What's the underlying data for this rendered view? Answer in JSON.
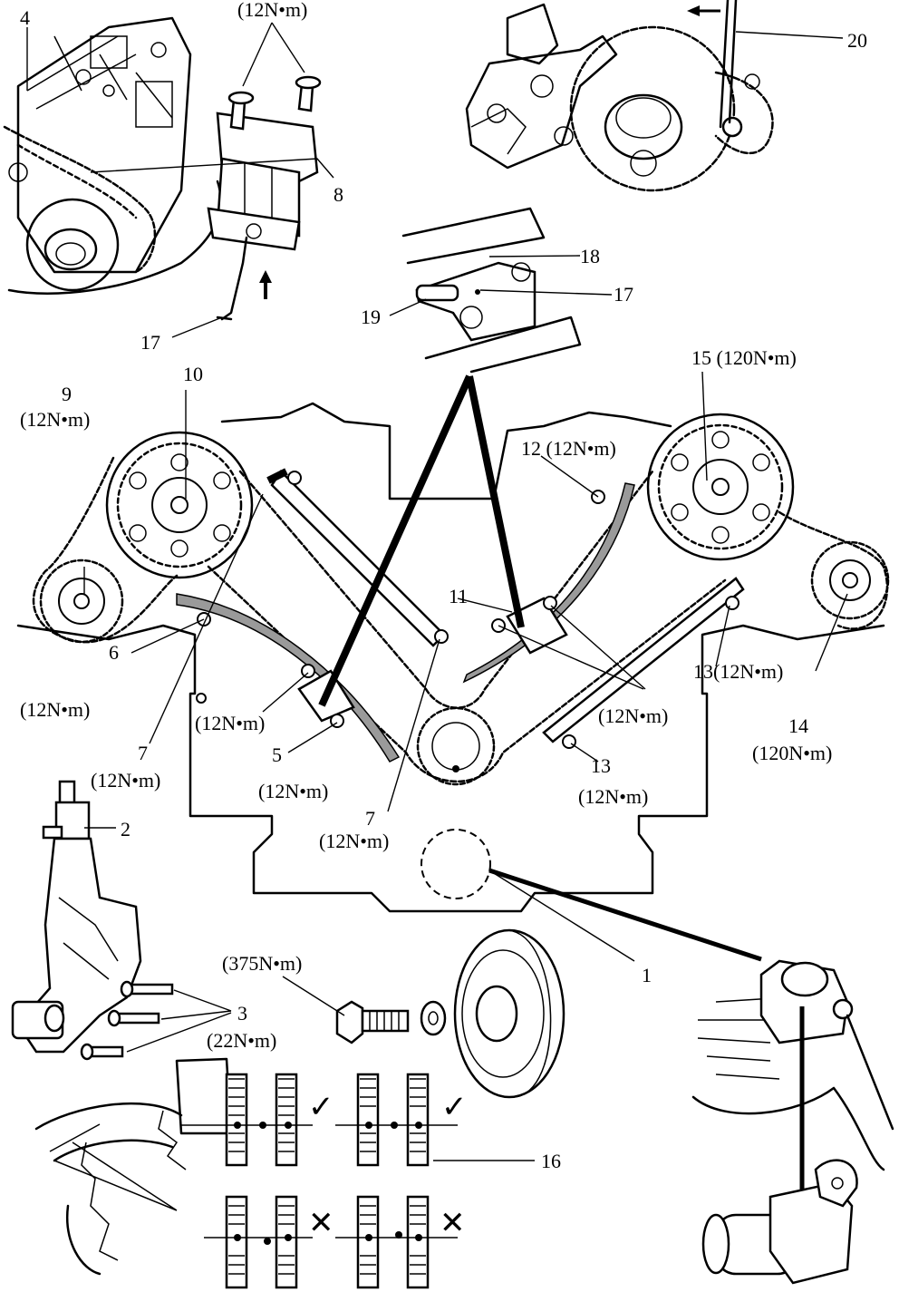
{
  "labels": {
    "n1": "1",
    "n2": "2",
    "n3": "3",
    "n3_torque": "(22N•m)",
    "n4": "4",
    "n5": "5",
    "n5_torque": "(12N•m)",
    "n5_torque_upper": "(12N•m)",
    "n6": "6",
    "n6_torque": "(12N•m)",
    "n7_left": "7",
    "n7_left_torque": "(12N•m)",
    "n7_mid": "7",
    "n7_mid_torque": "(12N•m)",
    "n8": "8",
    "n8_torque": "(12N•m)",
    "n9": "9",
    "n9_torque": "(12N•m)",
    "n10": "10",
    "n11": "11",
    "n11_torque": "(12N•m)",
    "n12": "12 (12N•m)",
    "n13_upper": "13(12N•m)",
    "n13_lower": "13",
    "n13_lower_torque": "(12N•m)",
    "n14": "14",
    "n14_torque": "(120N•m)",
    "n15": "15 (120N•m)",
    "n16": "16",
    "n17_top": "17",
    "n17_mid": "17",
    "n18": "18",
    "n19": "19",
    "n20": "20",
    "pulley_torque": "(375N•m)"
  },
  "marks": {
    "correct": "✓",
    "wrong": "✕"
  }
}
